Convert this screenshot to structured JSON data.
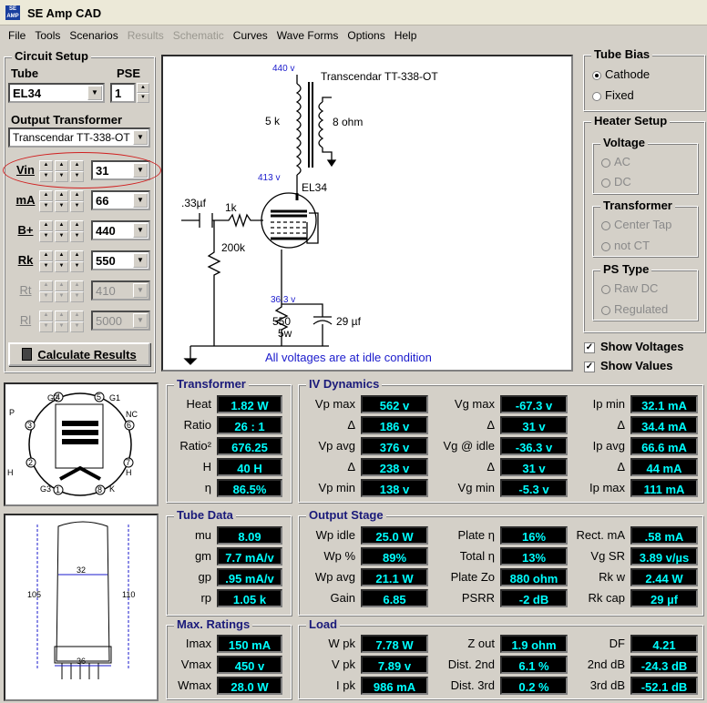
{
  "app": {
    "title": "SE Amp CAD",
    "icon_text": "SE AMP"
  },
  "menu": [
    "File",
    "Tools",
    "Scenarios",
    "Results",
    "Schematic",
    "Curves",
    "Wave Forms",
    "Options",
    "Help"
  ],
  "menu_disabled": [
    false,
    false,
    false,
    true,
    true,
    false,
    false,
    false,
    false
  ],
  "circuit": {
    "title": "Circuit Setup",
    "tube_label": "Tube",
    "pse_label": "PSE",
    "tube_value": "EL34",
    "pse_value": "1",
    "ot_label": "Output Transformer",
    "ot_value": "Transcendar TT-338-OT",
    "rows": [
      {
        "label": "Vin",
        "value": "31",
        "enabled": true
      },
      {
        "label": "mA",
        "value": "66",
        "enabled": true
      },
      {
        "label": "B+",
        "value": "440",
        "enabled": true
      },
      {
        "label": "Rk",
        "value": "550",
        "enabled": true
      },
      {
        "label": "Rt",
        "value": "410",
        "enabled": false
      },
      {
        "label": "Rl",
        "value": "5000",
        "enabled": false
      }
    ],
    "calc_label": "Calculate Results"
  },
  "schematic": {
    "v_top": "440 v",
    "transformer": "Transcendar TT-338-OT",
    "imp_primary": "5 k",
    "imp_secondary": "8 ohm",
    "v_plate": "413 v",
    "tube": "EL34",
    "cap_in": ".33µf",
    "r_grid": "1k",
    "r_leak": "200k",
    "v_cathode": "36.3 v",
    "r_k": "550",
    "r_k_w": "5w",
    "c_k": "29 µf",
    "note": "All voltages are at idle condition"
  },
  "bias": {
    "title": "Tube Bias",
    "options": [
      "Cathode",
      "Fixed"
    ],
    "selected": 0
  },
  "heater": {
    "title": "Heater Setup",
    "voltage": {
      "title": "Voltage",
      "options": [
        "AC",
        "DC"
      ]
    },
    "transformer": {
      "title": "Transformer",
      "options": [
        "Center Tap",
        "not CT"
      ]
    },
    "ps": {
      "title": "PS Type",
      "options": [
        "Raw DC",
        "Regulated"
      ]
    }
  },
  "checks": [
    {
      "label": "Show Voltages",
      "checked": true
    },
    {
      "label": "Show Values",
      "checked": true
    }
  ],
  "pinout": {
    "labels": [
      "G2",
      "G1",
      "P",
      "NC",
      "H",
      "H",
      "G3",
      "K"
    ],
    "pins": [
      "4",
      "5",
      "3",
      "6",
      "2",
      "7",
      "1",
      "8"
    ]
  },
  "outline": {
    "width_top": "32",
    "width_bottom": "36",
    "height_left": "105",
    "height_right": "110"
  },
  "transformer": {
    "title": "Transformer",
    "rows": [
      {
        "label": "Heat",
        "value": "1.82 W"
      },
      {
        "label": "Ratio",
        "value": "26 : 1"
      },
      {
        "label": "Ratio²",
        "value": "676.25"
      },
      {
        "label": "H",
        "value": "40 H"
      },
      {
        "label": "η",
        "value": "86.5%"
      }
    ]
  },
  "iv": {
    "title": "IV Dynamics",
    "cols": [
      [
        {
          "label": "Vp max",
          "value": "562 v"
        },
        {
          "label": "Δ",
          "value": "186 v"
        },
        {
          "label": "Vp avg",
          "value": "376 v"
        },
        {
          "label": "Δ",
          "value": "238 v"
        },
        {
          "label": "Vp min",
          "value": "138 v"
        }
      ],
      [
        {
          "label": "Vg max",
          "value": "-67.3 v"
        },
        {
          "label": "Δ",
          "value": "31 v"
        },
        {
          "label": "Vg @ idle",
          "value": "-36.3 v"
        },
        {
          "label": "Δ",
          "value": "31 v"
        },
        {
          "label": "Vg min",
          "value": "-5.3 v"
        }
      ],
      [
        {
          "label": "Ip min",
          "value": "32.1 mA"
        },
        {
          "label": "Δ",
          "value": "34.4 mA"
        },
        {
          "label": "Ip avg",
          "value": "66.6 mA"
        },
        {
          "label": "Δ",
          "value": "44 mA"
        },
        {
          "label": "Ip max",
          "value": "111 mA"
        }
      ]
    ]
  },
  "tube_data": {
    "title": "Tube Data",
    "rows": [
      {
        "label": "mu",
        "value": "8.09"
      },
      {
        "label": "gm",
        "value": "7.7 mA/v"
      },
      {
        "label": "gp",
        "value": ".95 mA/v"
      },
      {
        "label": "rp",
        "value": "1.05 k"
      }
    ]
  },
  "output": {
    "title": "Output Stage",
    "cols": [
      [
        {
          "label": "Wp idle",
          "value": "25.0 W"
        },
        {
          "label": "Wp %",
          "value": "89%"
        },
        {
          "label": "Wp avg",
          "value": "21.1 W"
        },
        {
          "label": "Gain",
          "value": "6.85"
        }
      ],
      [
        {
          "label": "Plate η",
          "value": "16%"
        },
        {
          "label": "Total η",
          "value": "13%"
        },
        {
          "label": "Plate Zo",
          "value": "880 ohm"
        },
        {
          "label": "PSRR",
          "value": "-2 dB"
        }
      ],
      [
        {
          "label": "Rect. mA",
          "value": ".58 mA"
        },
        {
          "label": "Vg SR",
          "value": "3.89 v/µs"
        },
        {
          "label": "Rk w",
          "value": "2.44 W"
        },
        {
          "label": "Rk cap",
          "value": "29 µf"
        }
      ]
    ]
  },
  "max": {
    "title": "Max. Ratings",
    "rows": [
      {
        "label": "Imax",
        "value": "150 mA"
      },
      {
        "label": "Vmax",
        "value": "450 v"
      },
      {
        "label": "Wmax",
        "value": "28.0 W"
      }
    ]
  },
  "load": {
    "title": "Load",
    "cols": [
      [
        {
          "label": "W pk",
          "value": "7.78 W"
        },
        {
          "label": "V pk",
          "value": "7.89 v"
        },
        {
          "label": "I pk",
          "value": "986 mA"
        }
      ],
      [
        {
          "label": "Z out",
          "value": "1.9 ohm"
        },
        {
          "label": "Dist. 2nd",
          "value": "6.1 %"
        },
        {
          "label": "Dist. 3rd",
          "value": "0.2 %"
        }
      ],
      [
        {
          "label": "DF",
          "value": "4.21"
        },
        {
          "label": "2nd dB",
          "value": "-24.3 dB"
        },
        {
          "label": "3rd dB",
          "value": "-52.1 dB"
        }
      ]
    ]
  }
}
